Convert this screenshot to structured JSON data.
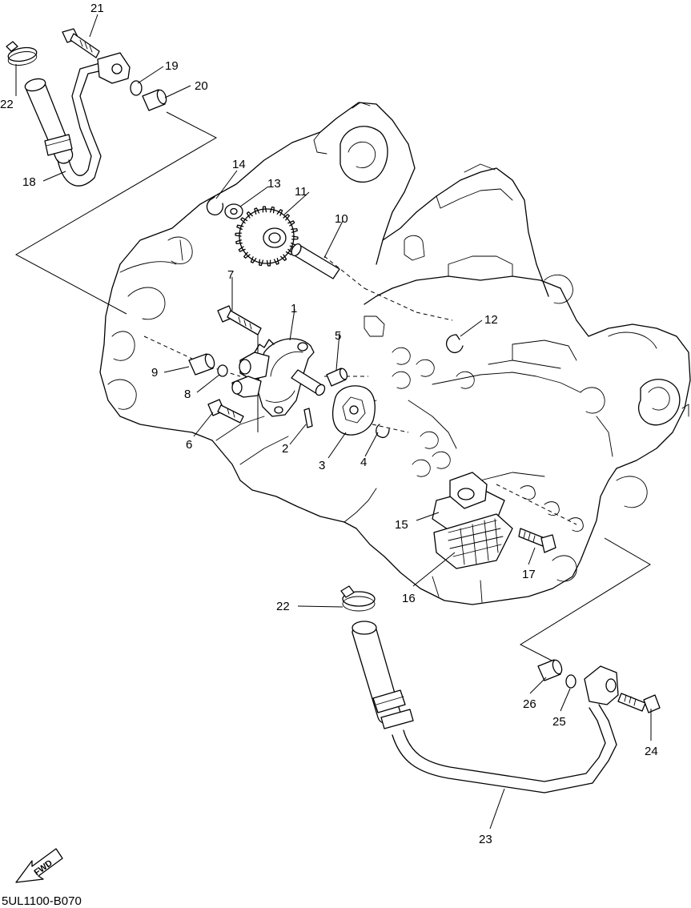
{
  "labels": {
    "p1": "1",
    "p2": "2",
    "p3": "3",
    "p4": "4",
    "p5": "5",
    "p6": "6",
    "p7": "7",
    "p8": "8",
    "p9": "9",
    "p10": "10",
    "p11": "11",
    "p12": "12",
    "p13": "13",
    "p14": "14",
    "p15": "15",
    "p16": "16",
    "p17": "17",
    "p18": "18",
    "p19": "19",
    "p20": "20",
    "p21": "21",
    "p22a": "22",
    "p22b": "22",
    "p23": "23",
    "p24": "24",
    "p25": "25",
    "p26": "26"
  },
  "fwd_label": "FWD",
  "drawing_code": "5UL1100-B070"
}
